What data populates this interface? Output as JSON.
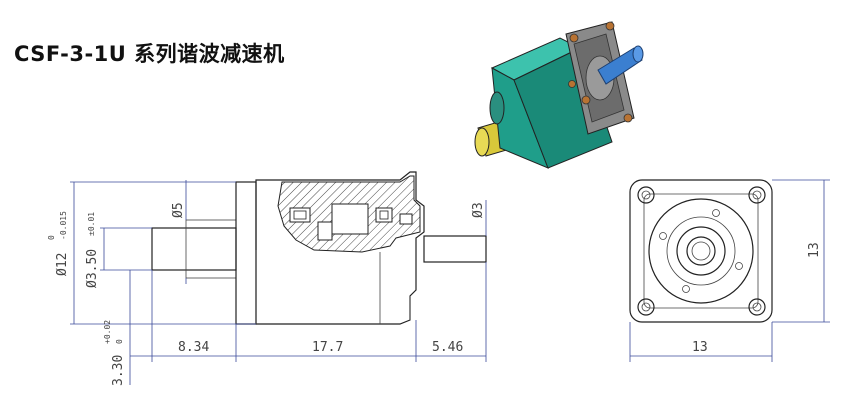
{
  "title": "CSF-3-1U 系列谐波减速机",
  "dimensions": {
    "dia12": "Ø12",
    "dia12_tol_upper": "0",
    "dia12_tol_lower": "-0.015",
    "dia5": "Ø5",
    "dia3_50": "Ø3.50",
    "dia3_50_tol": "±0.01",
    "dia3": "Ø3",
    "len_8_34": "8.34",
    "len_17_7": "17.7",
    "len_5_46": "5.46",
    "len_3_30": "3.30",
    "len_3_30_tol_upper": "+0.02",
    "len_3_30_tol_lower": "0",
    "side_13_vertical": "13",
    "side_13_horizontal": "13"
  },
  "colors": {
    "housing": "#1f9e8a",
    "flange": "#7a7a7a",
    "output_shaft": "#3b7fd0",
    "input_shaft": "#d8c83a",
    "bolts": "#b87333",
    "dimension_lines": "#3a4a9a"
  }
}
